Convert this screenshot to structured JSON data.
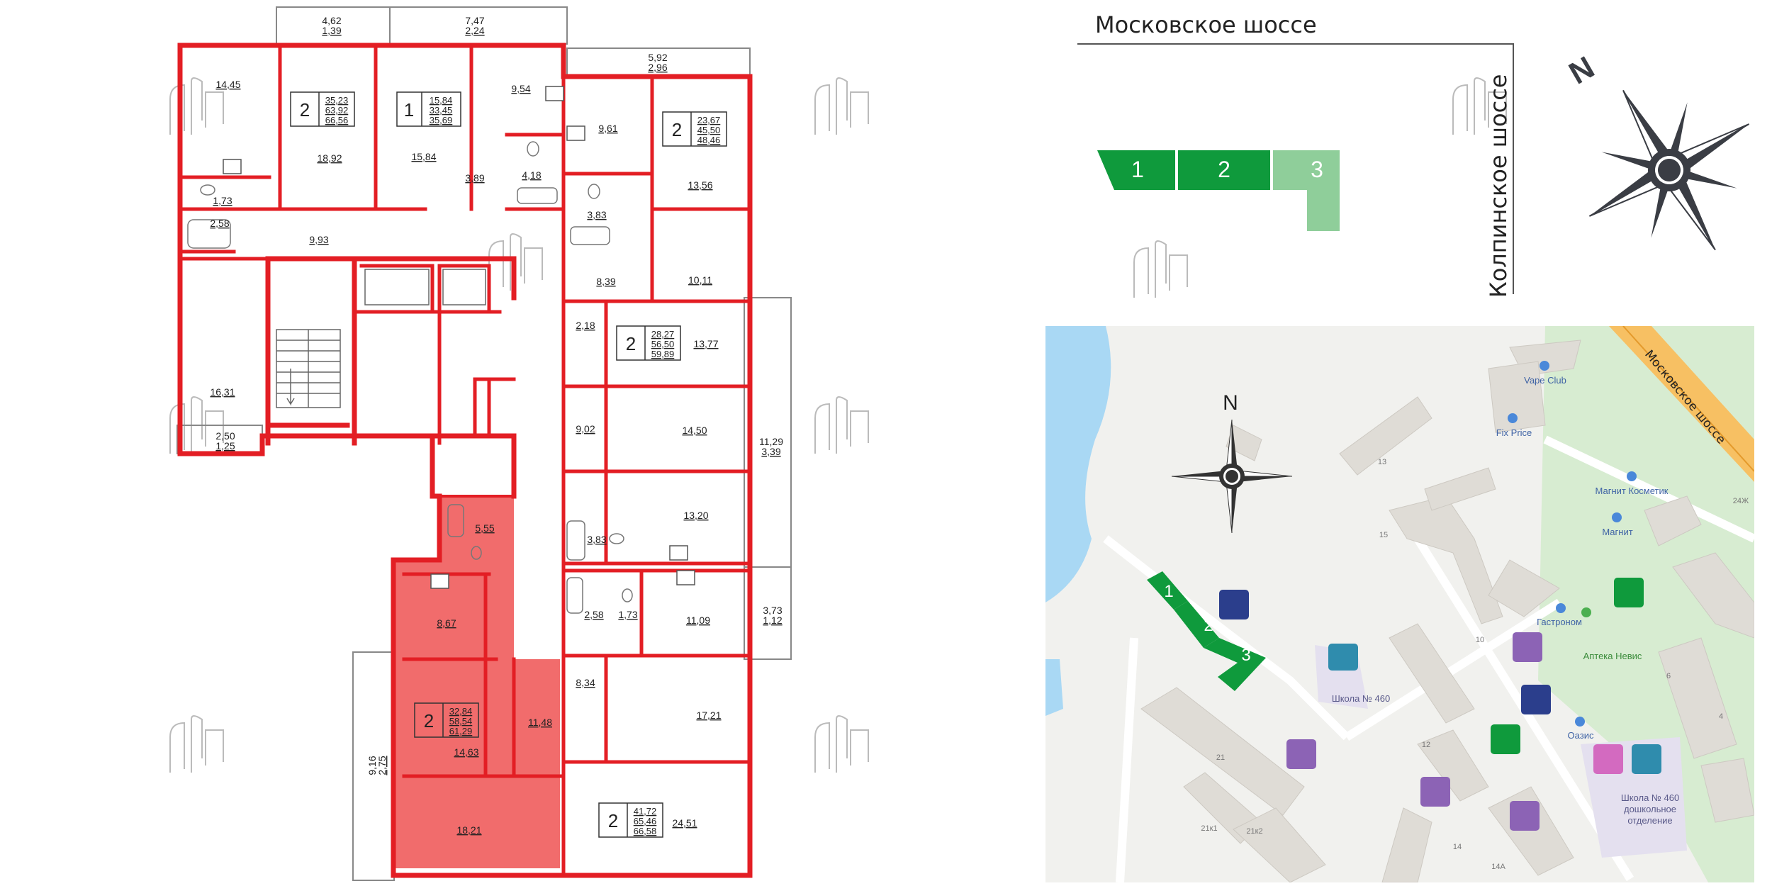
{
  "colors": {
    "wall": "#e31e24",
    "highlight": "#f06464",
    "green_dark": "#0f9a3c",
    "green_light": "#8fce9a",
    "ink": "#222222"
  },
  "plan": {
    "balconies": {
      "top_left": [
        "4,62",
        "1,39"
      ],
      "top_mid": [
        "7,47",
        "2,24"
      ],
      "top_right": [
        "5,92",
        "2,96"
      ],
      "right_big": [
        "11,29",
        "3,39"
      ],
      "right_small": [
        "3,73",
        "1,12"
      ],
      "left_small": [
        "2,50",
        "1,25"
      ],
      "left_big": [
        "9,16",
        "2,75"
      ]
    },
    "apartments": {
      "a1": {
        "rooms": "2",
        "area": [
          "35,23",
          "63,92",
          "66,56"
        ]
      },
      "a2": {
        "rooms": "1",
        "area": [
          "15,84",
          "33,45",
          "35,69"
        ]
      },
      "a3": {
        "rooms": "2",
        "area": [
          "23,67",
          "45,50",
          "48,46"
        ]
      },
      "a4": {
        "rooms": "2",
        "area": [
          "28,27",
          "56,50",
          "59,89"
        ]
      },
      "a5": {
        "rooms": "2",
        "area": [
          "32,84",
          "58,54",
          "61,29"
        ]
      },
      "a6": {
        "rooms": "2",
        "area": [
          "41,72",
          "65,46",
          "66,58"
        ]
      }
    },
    "rooms": {
      "r1": "14,45",
      "r2": "18,92",
      "r3": "15,84",
      "r4": "9,54",
      "r5": "3,89",
      "r6": "4,18",
      "r7": "1,73",
      "r8": "2,58",
      "r9": "9,93",
      "r10": "16,31",
      "r11": "9,61",
      "r12": "13,56",
      "r13": "3,83",
      "r14": "8,39",
      "r15": "10,11",
      "r16": "2,18",
      "r17": "13,77",
      "r18": "9,02",
      "r19": "14,50",
      "r20": "13,20",
      "r21": "3,83",
      "r22": "5,55",
      "r23": "8,67",
      "r24": "2,58",
      "r25": "1,73",
      "r26": "11,09",
      "r27": "8,34",
      "r28": "14,63",
      "r29": "11,48",
      "r30": "17,21",
      "r31": "18,21",
      "r32": "24,51"
    }
  },
  "scheme": {
    "street_top": "Московское шоссе",
    "street_side": "Колпинское шоссе",
    "sections": [
      "1",
      "2",
      "3"
    ],
    "compass_letter": "N"
  },
  "map": {
    "compass_letter": "N",
    "road_label": "Московское шоссе",
    "sections": [
      "1",
      "2",
      "3"
    ],
    "pois": {
      "vape": "Vape Club",
      "fixprice": "Fix Price",
      "magnit_kosmetik": "Магнит Косметик",
      "magnit": "Магнит",
      "gastronom": "Гастроном",
      "apteka": "Аптека Невис",
      "oazis": "Оазис",
      "school1": "Школа № 460",
      "school2": "Школа № 460",
      "school2_sub1": "дошкольное",
      "school2_sub2": "отделение"
    },
    "house_numbers": {
      "h13": "13",
      "h15": "15",
      "h10": "10",
      "h12": "12",
      "h6": "6",
      "h4": "4",
      "h21": "21",
      "h21k1": "21к1",
      "h21k2": "21к2",
      "h14": "14",
      "h14a": "14А",
      "h24zh": "24Ж"
    }
  }
}
